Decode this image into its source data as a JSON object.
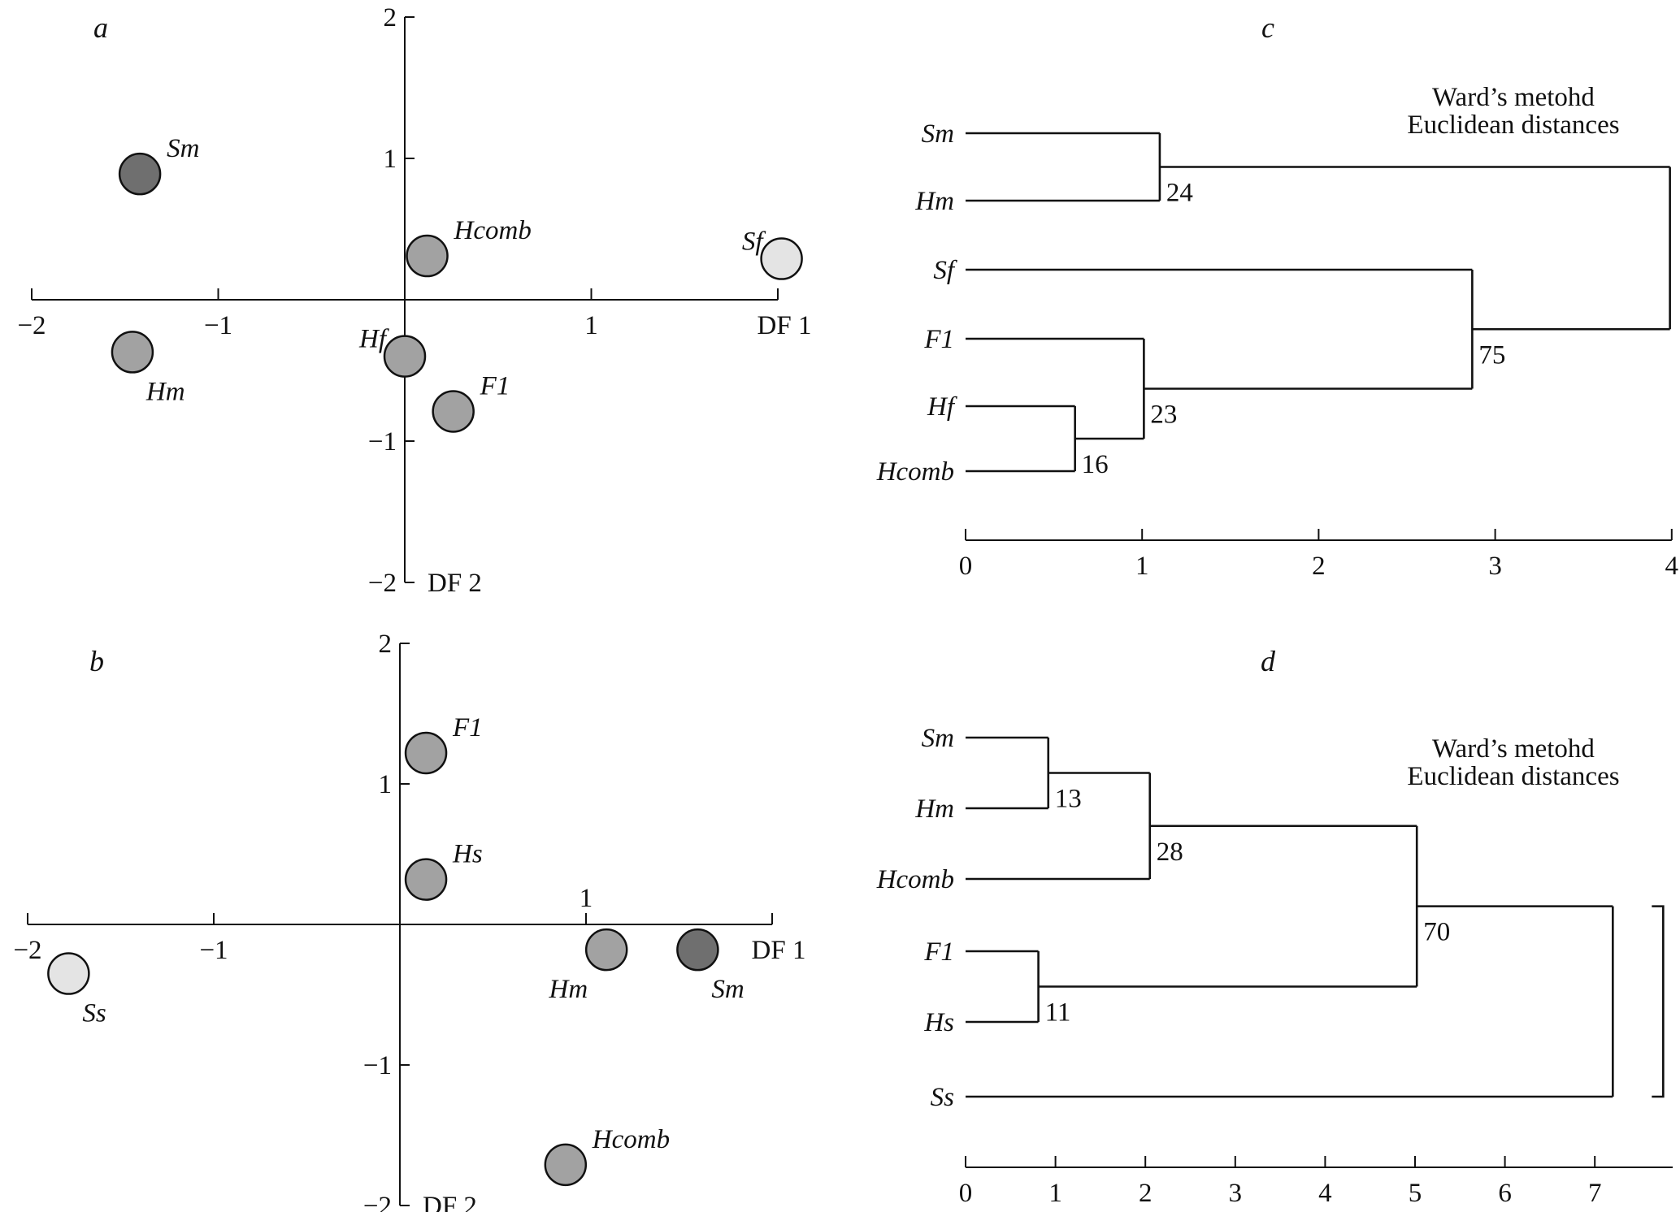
{
  "chart_data": [
    {
      "id": "a",
      "type": "scatter",
      "panel_label": "a",
      "xlabel": "DF 1",
      "ylabel": "DF 2",
      "xlim": [
        -2,
        2
      ],
      "ylim": [
        -2,
        2
      ],
      "xticks": [
        -2,
        -1,
        1
      ],
      "xtick_labels": [
        "−2",
        "−1",
        "1"
      ],
      "yticks": [
        2,
        1,
        -1,
        -2
      ],
      "ytick_labels": [
        "2",
        "1",
        "−1",
        "−2"
      ],
      "grid": false,
      "points": [
        {
          "label": "Sm",
          "x": -1.42,
          "y": 0.89,
          "shade": "dark",
          "label_pos": "upper-right"
        },
        {
          "label": "Hcomb",
          "x": 0.12,
          "y": 0.31,
          "shade": "mid",
          "label_pos": "upper-right"
        },
        {
          "label": "Sf",
          "x": 2.02,
          "y": 0.29,
          "shade": "light",
          "label_pos": "upper-left"
        },
        {
          "label": "Hm",
          "x": -1.46,
          "y": -0.37,
          "shade": "mid",
          "label_pos": "lower-right"
        },
        {
          "label": "Hf",
          "x": 0.0,
          "y": -0.4,
          "shade": "mid",
          "label_pos": "upper-left"
        },
        {
          "label": "F1",
          "x": 0.26,
          "y": -0.79,
          "shade": "mid",
          "label_pos": "upper-right"
        }
      ]
    },
    {
      "id": "b",
      "type": "scatter",
      "panel_label": "b",
      "xlabel": "DF 1",
      "ylabel": "DF 2",
      "xlim": [
        -2,
        2
      ],
      "ylim": [
        -2,
        2
      ],
      "xticks": [
        -2,
        -1,
        1
      ],
      "xtick_labels": [
        "−2",
        "−1",
        "1"
      ],
      "yticks": [
        2,
        1,
        -1,
        -2
      ],
      "ytick_labels": [
        "2",
        "1",
        "−1",
        "−2"
      ],
      "grid": false,
      "points": [
        {
          "label": "F1",
          "x": 0.14,
          "y": 1.22,
          "shade": "mid",
          "label_pos": "upper-right"
        },
        {
          "label": "Hs",
          "x": 0.14,
          "y": 0.32,
          "shade": "mid",
          "label_pos": "upper-right"
        },
        {
          "label": "Hm",
          "x": 1.11,
          "y": -0.18,
          "shade": "mid",
          "label_pos": "lower-left"
        },
        {
          "label": "Sm",
          "x": 1.6,
          "y": -0.18,
          "shade": "dark",
          "label_pos": "lower-right"
        },
        {
          "label": "Ss",
          "x": -1.78,
          "y": -0.35,
          "shade": "light",
          "label_pos": "lower-right"
        },
        {
          "label": "Hcomb",
          "x": 0.89,
          "y": -1.71,
          "shade": "mid",
          "label_pos": "upper-right"
        }
      ]
    },
    {
      "id": "c",
      "type": "dendrogram",
      "panel_label": "c",
      "title_lines": [
        "Ward’s metohd",
        "Euclidean distances"
      ],
      "xlim": [
        0,
        4
      ],
      "xticks": [
        0,
        1,
        2,
        3,
        4
      ],
      "leaves": [
        "Sm",
        "Hm",
        "Sf",
        "F1",
        "Hf",
        "Hcomb"
      ],
      "merges": [
        {
          "a": "Hf",
          "b": "Hcomb",
          "height": 0.62,
          "support": "16"
        },
        {
          "a": "F1",
          "b": "m0",
          "height": 1.01,
          "support": "23"
        },
        {
          "a": "Sm",
          "b": "Hm",
          "height": 1.1,
          "support": "24"
        },
        {
          "a": "Sf",
          "b": "m1",
          "height": 2.87,
          "support": "75"
        },
        {
          "a": "m2",
          "b": "m3",
          "height": 3.99,
          "support": ""
        }
      ]
    },
    {
      "id": "d",
      "type": "dendrogram",
      "panel_label": "d",
      "title_lines": [
        "Ward’s metohd",
        "Euclidean distances"
      ],
      "xlim": [
        0,
        7.85
      ],
      "xticks": [
        0,
        1,
        2,
        3,
        4,
        5,
        6,
        7
      ],
      "leaves": [
        "Sm",
        "Hm",
        "Hcomb",
        "F1",
        "Hs",
        "Ss"
      ],
      "merges": [
        {
          "a": "F1",
          "b": "Hs",
          "height": 0.81,
          "support": "11"
        },
        {
          "a": "Sm",
          "b": "Hm",
          "height": 0.92,
          "support": "13"
        },
        {
          "a": "m1",
          "b": "Hcomb",
          "height": 2.05,
          "support": "28"
        },
        {
          "a": "m2",
          "b": "m0",
          "height": 5.02,
          "support": "70"
        },
        {
          "a": "m3",
          "b": "Ss",
          "height": 7.2,
          "support": ""
        }
      ],
      "bracket": {
        "from_leaf_fraction": 0.55,
        "to_leaf": "Ss"
      }
    }
  ],
  "colors": {
    "dark": "#6f6f6f",
    "mid": "#a2a2a2",
    "light": "#e4e4e4",
    "line": "#111111"
  }
}
